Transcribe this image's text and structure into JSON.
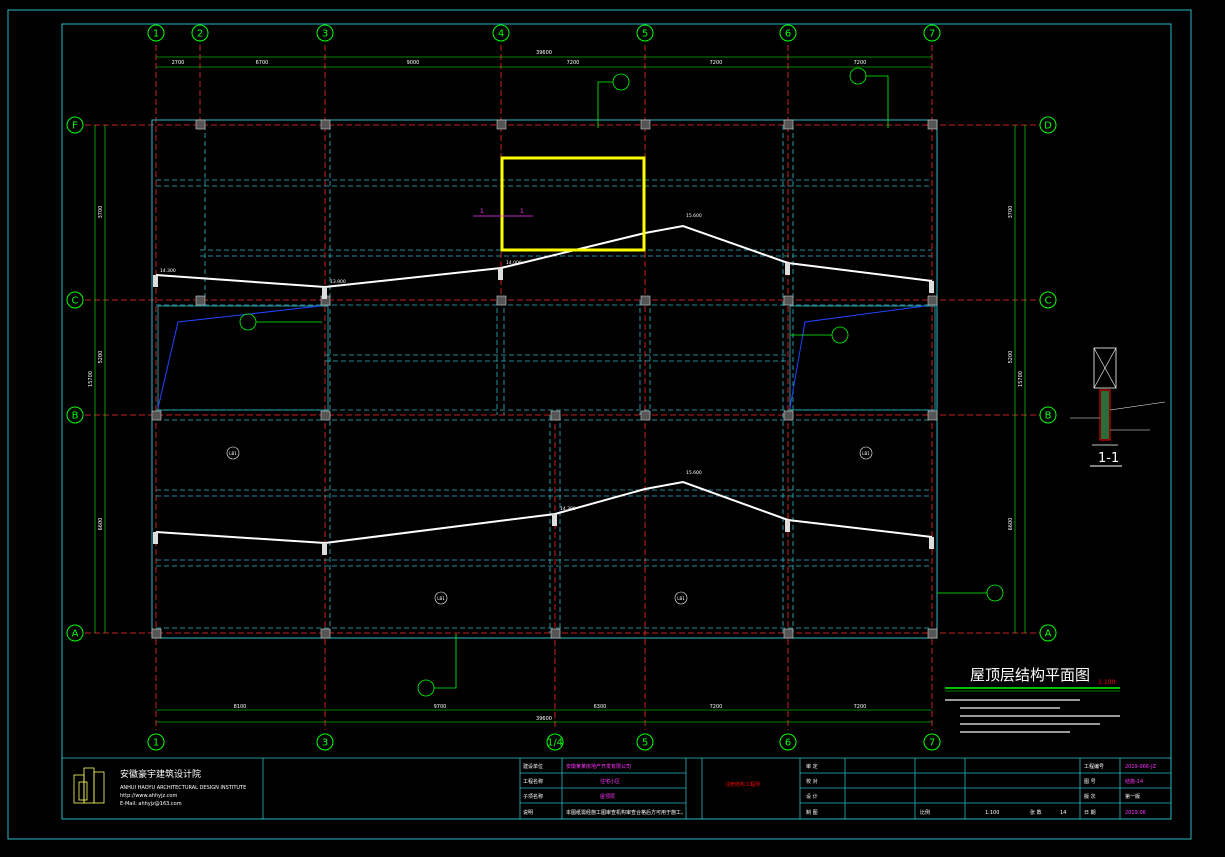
{
  "drawing": {
    "title": "屋顶层结构平面图",
    "scale_label": "1:100",
    "section_title": "1-1",
    "beam_label_left": "1",
    "beam_label_right": "1",
    "axis_top": [
      "1",
      "2",
      "3",
      "4",
      "5",
      "6",
      "7"
    ],
    "axis_bottom": [
      "1",
      "3",
      "1/4",
      "5",
      "6",
      "7"
    ],
    "axis_left": [
      "F",
      "C",
      "B",
      "A"
    ],
    "axis_right": [
      "D",
      "C",
      "B",
      "A"
    ],
    "dims_top": [
      "2700",
      "6700",
      "9000",
      "7200",
      "7200",
      "7200"
    ],
    "dims_top_total": "39600",
    "dims_bottom": [
      "8100",
      "9700",
      "6300",
      "7200",
      "7200"
    ],
    "dims_bottom_total": "39600",
    "dims_left": [
      "3700",
      "5200",
      "6600"
    ],
    "dims_left_total": "15700",
    "dims_right": [
      "3700",
      "5200",
      "6600"
    ],
    "dims_right_total": "15700",
    "slab_labels": [
      "LB1",
      "LB1",
      "LB1",
      "LB1"
    ],
    "elevations": [
      "15.600",
      "14.300",
      "13.900",
      "14.000",
      "15.600",
      "14.300"
    ]
  },
  "company": {
    "name_cn": "安徽豪宇建筑设计院",
    "name_en": "ANHUI HAOYU ARCHITECTURAL DESIGN INSTITUTE",
    "website": "http://www.ahhyjz.com",
    "email": "E-Mail: ahhyjz@163.com"
  },
  "title_block": {
    "project_label": "建设单位",
    "project_value": "安徽某某房地产开发有限公司",
    "work_label": "工程名称",
    "work_value": "住宅小区",
    "sub_label": "子项名称",
    "sub_value": "屋顶层",
    "note_label": "说明",
    "note_value": "本图纸需经施工图审查机构审查合格后方可用于施工。",
    "stamp_label": "注册结构工程师",
    "approve": "审  定",
    "check": "校  对",
    "design": "设  计",
    "draw": "制  图",
    "number_label": "工程编号",
    "number_value": "2019-066-JZ",
    "drawing_no_label": "图 号",
    "drawing_no_value": "结施-14",
    "version_label": "版 次",
    "version_value": "第一版",
    "date_label": "日 期",
    "date_value": "2019.06",
    "scale_label": "比例",
    "scale_value": "1:100",
    "sheet_label": "张 数",
    "sheet_value": "14"
  },
  "colors": {
    "frame": "#27b9c4",
    "axis": "#00ff00",
    "grid": "#ff2a2a",
    "beam": "#2fb8c8",
    "text": "#ffffff",
    "magenta": "#ff33ff",
    "yellow": "#ffff00",
    "blue": "#2244ff",
    "red": "#ff0000"
  }
}
